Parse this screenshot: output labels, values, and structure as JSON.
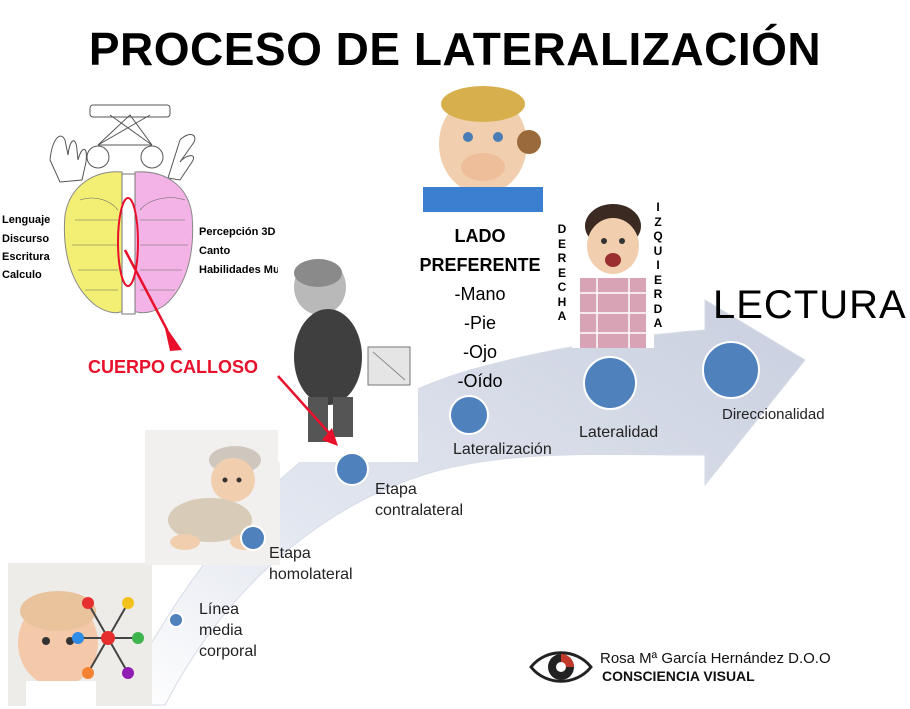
{
  "title": "PROCESO DE LATERALIZACIÓN",
  "brain": {
    "left_labels": [
      "Lenguaje",
      "Discurso",
      "Escritura",
      "Calculo"
    ],
    "right_labels": [
      "Percepción 3D",
      "Canto",
      "Habilidades Mus"
    ],
    "callosum_label": "CUERPO CALLOSO",
    "colors": {
      "left_hemisphere": "#f3ee74",
      "right_hemisphere": "#f4b3e6",
      "arrow": "#e8102a"
    }
  },
  "stages": [
    {
      "label": "Línea media corporal"
    },
    {
      "label": "Etapa homolateral"
    },
    {
      "label": "Etapa contralateral"
    },
    {
      "label": "Lateralización"
    },
    {
      "label": "Lateralidad"
    },
    {
      "label": "Direccionalidad"
    }
  ],
  "preferred_side": {
    "heading": "LADO PREFERENTE",
    "items": [
      "-Mano",
      "-Pie",
      "-Ojo",
      "-Oído"
    ]
  },
  "vertical_labels": {
    "right": "DERECHA",
    "left": "IZQUIERDA"
  },
  "end_label": "LECTURA",
  "footer": {
    "author": "Rosa Mª García Hernández D.O.O",
    "brand": "CONSCIENCIA VISUAL"
  },
  "colors": {
    "arrow_fill": "#cdd3e2",
    "node_fill": "#4f81bd",
    "node_stroke": "#ffffff"
  }
}
